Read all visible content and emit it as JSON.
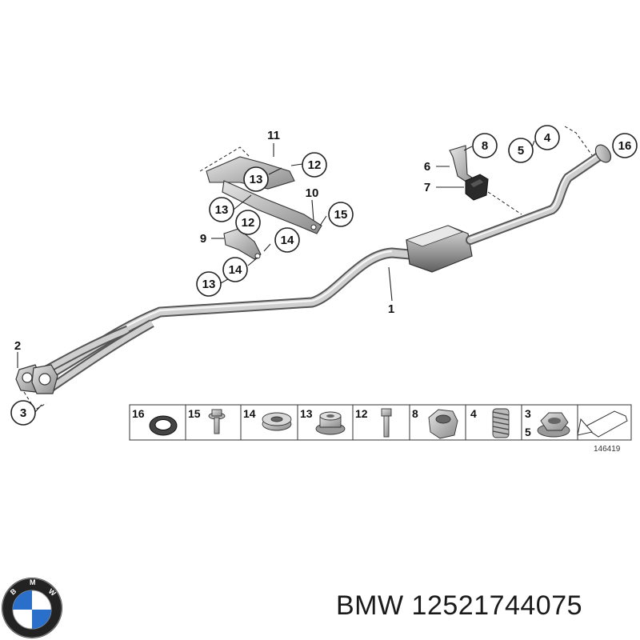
{
  "callouts": {
    "c16": "16",
    "c4": "4",
    "c5": "5",
    "c8": "8",
    "c6": "6",
    "c7": "7",
    "c11": "11",
    "c12a": "12",
    "c13a": "13",
    "c10": "10",
    "c13b": "13",
    "c15": "15",
    "c12b": "12",
    "c9": "9",
    "c14a": "14",
    "c14b": "14",
    "c13c": "13",
    "c1": "1",
    "c2": "2",
    "c3": "3"
  },
  "parts_strip": [
    {
      "label": "16",
      "icon": "ring-gasket-icon"
    },
    {
      "label": "15",
      "icon": "flange-bolt-icon"
    },
    {
      "label": "14",
      "icon": "washer-icon"
    },
    {
      "label": "13",
      "icon": "collar-nut-icon"
    },
    {
      "label": "12",
      "icon": "bolt-icon"
    },
    {
      "label": "8",
      "icon": "hex-nut-icon"
    },
    {
      "label": "4",
      "icon": "spring-icon"
    },
    {
      "label": "3",
      "label2": "5",
      "icon": "flange-nut-icon"
    }
  ],
  "diagram_ref": "146419",
  "footer": {
    "brand_logo": "bmw-roundel-logo",
    "title": "BMW 12521744075"
  }
}
